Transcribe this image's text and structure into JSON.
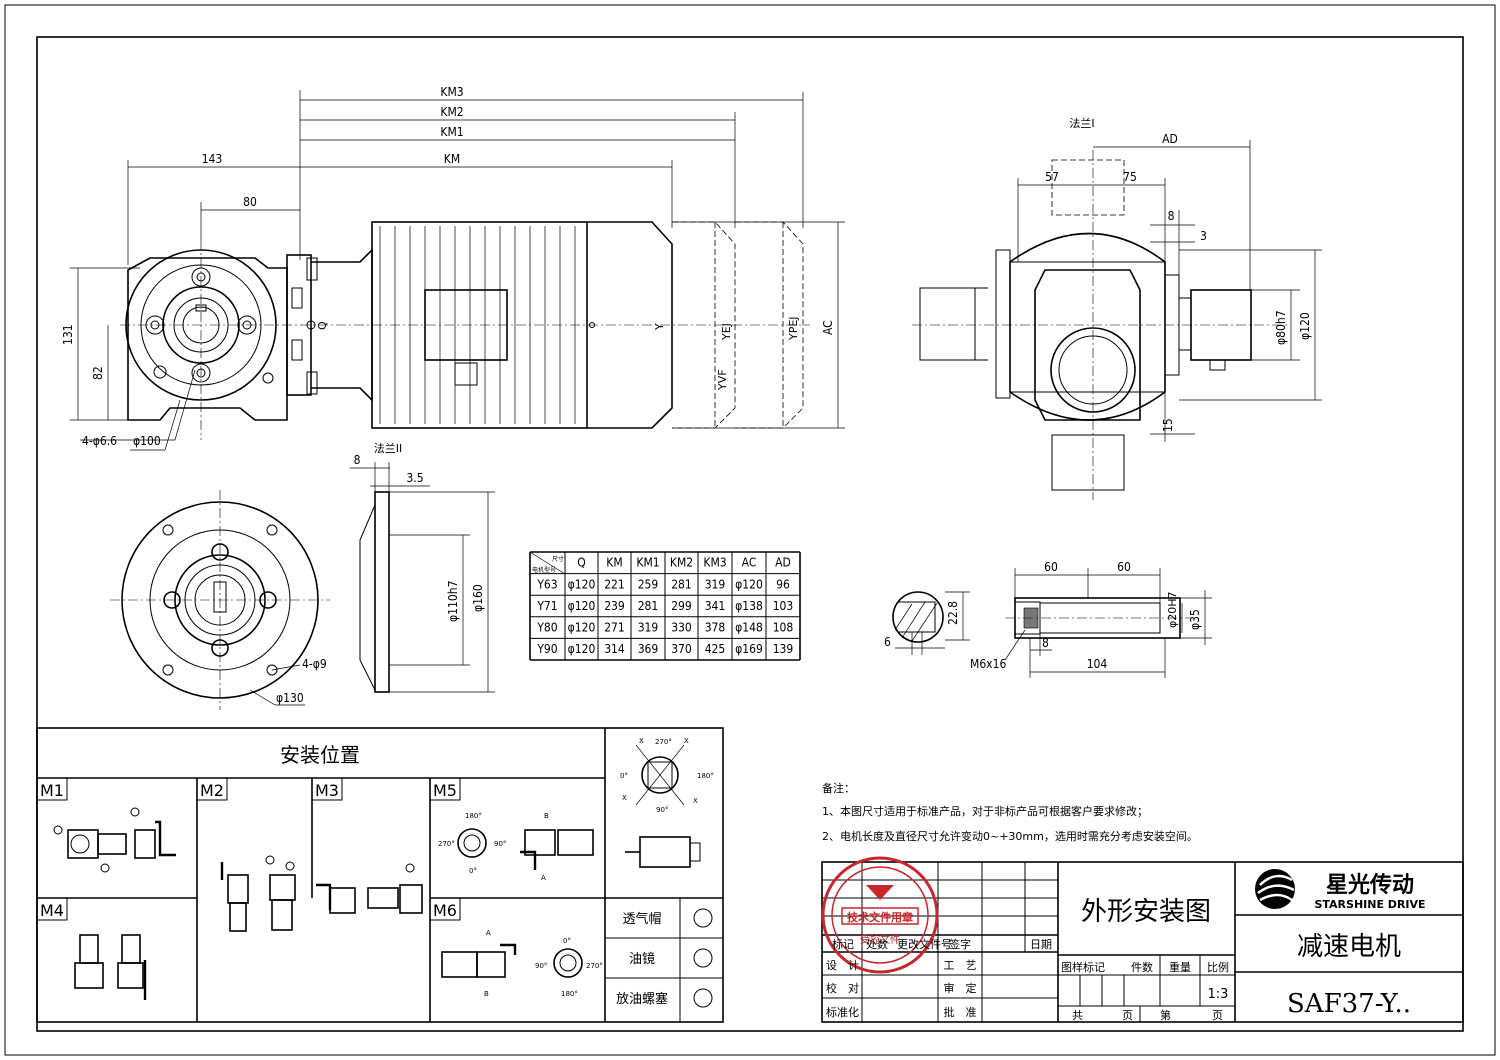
{
  "dims": {
    "km3": "KM3",
    "km2": "KM2",
    "km1": "KM1",
    "km": "KM",
    "d143": "143",
    "d80": "80",
    "d131": "131",
    "d82": "82",
    "hole1": "4-φ6.6",
    "d100": "φ100",
    "q": "Q",
    "y": "Y",
    "yvf": "YVF",
    "yej": "YEJ",
    "ypej": "YPEJ",
    "ac": "AC",
    "flange1": "法兰I",
    "ad": "AD",
    "d57": "57",
    "d75": "75",
    "d8": "8",
    "d3": "3",
    "d80h7": "φ80h7",
    "d120": "φ120",
    "d15": "15",
    "flange2": "法兰II",
    "d8b": "8",
    "d35": "3.5",
    "d110h7": "φ110h7",
    "d160": "φ160",
    "hole2": "4-φ9",
    "d130": "φ130",
    "s60a": "60",
    "s60b": "60",
    "s22": "22.8",
    "s6": "6",
    "sm6": "M6x16",
    "s8": "8",
    "s104": "104",
    "s20h7": "φ20H7",
    "s35": "φ35"
  },
  "spec_table": {
    "corner_top": "尺寸",
    "corner_bottom": "电机型号",
    "headers": [
      "Q",
      "KM",
      "KM1",
      "KM2",
      "KM3",
      "AC",
      "AD"
    ],
    "rows": [
      [
        "Y63",
        "φ120",
        "221",
        "259",
        "281",
        "319",
        "φ120",
        "96"
      ],
      [
        "Y71",
        "φ120",
        "239",
        "281",
        "299",
        "341",
        "φ138",
        "103"
      ],
      [
        "Y80",
        "φ120",
        "271",
        "319",
        "330",
        "378",
        "φ148",
        "108"
      ],
      [
        "Y90",
        "φ120",
        "314",
        "369",
        "370",
        "425",
        "φ169",
        "139"
      ]
    ]
  },
  "mounting": {
    "title": "安装位置",
    "labels": [
      "M1",
      "M2",
      "M3",
      "M4",
      "M5",
      "M6"
    ],
    "m5_angles": [
      "180°",
      "270°",
      "90°",
      "0°"
    ],
    "m5_ab": [
      "B",
      "A"
    ],
    "m6_angles": [
      "0°",
      "90°",
      "270°",
      "180°"
    ],
    "m6_ab": [
      "A",
      "B"
    ],
    "orient_angles": [
      "270°",
      "0°",
      "180°",
      "90°"
    ],
    "orient_x": [
      "X",
      "X",
      "X",
      "X"
    ],
    "legend": [
      "透气帽",
      "油镜",
      "放油螺塞"
    ]
  },
  "notes": {
    "title": "备注：",
    "line1": "1、本图尺寸适用于标准产品，对于非标产品可根据客户要求修改；",
    "line2": "2、电机长度及直径尺寸允许变动0~+30mm，选用时需充分考虑安装空间。"
  },
  "title_block": {
    "drawing_name": "外形安装图",
    "brand_cn": "星光传动",
    "brand_en": "STARSHINE DRIVE",
    "product": "减速电机",
    "model": "SAF37-Y..",
    "scale": "1:3",
    "rev_headers": [
      "标记",
      "处数",
      "更改文件号",
      "签字",
      "日期"
    ],
    "sign_rows": [
      "设　计",
      "校　对",
      "标准化"
    ],
    "sign_rows2": [
      "工　艺",
      "审　定",
      "批　准"
    ],
    "prop_headers": [
      "图样标记",
      "件数",
      "重量",
      "比例"
    ],
    "sheet": [
      "共",
      "页",
      "第",
      "页"
    ],
    "stamp_top": "技术文件用章",
    "stamp_mid": "受控文件"
  }
}
